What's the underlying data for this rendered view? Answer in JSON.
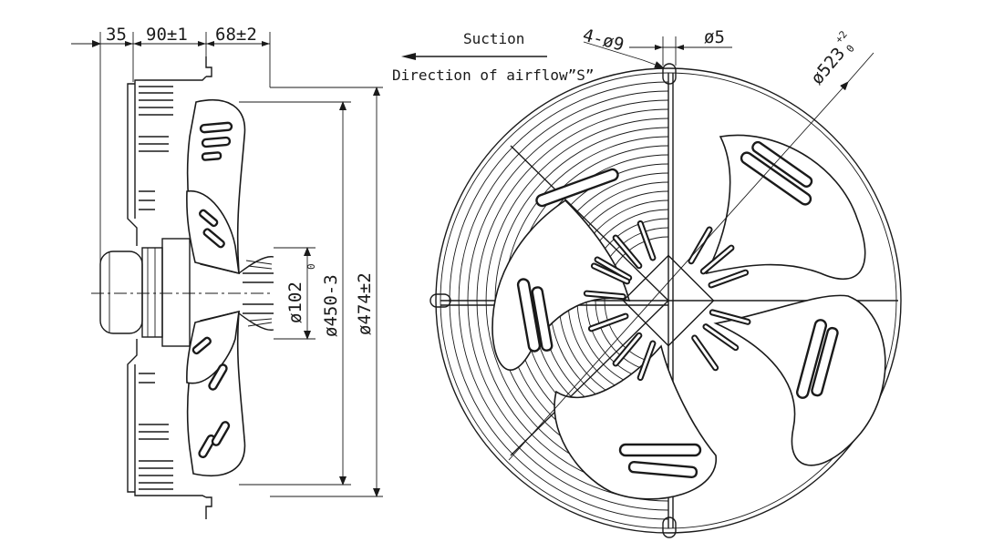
{
  "side_view": {
    "dims": {
      "width_motor": "35",
      "width_body": "90±1",
      "width_blade": "68±2",
      "dia_hub": "ø102",
      "dia_impeller": "ø450-3",
      "dia_impeller_tol": "0",
      "dia_ring": "ø474±2"
    }
  },
  "front_view": {
    "suction_label": "Suction",
    "airflow_label": "Direction of airflow”S”",
    "mount_holes": "4-ø9",
    "wire_dia": "ø5",
    "guard_dia": "ø523",
    "guard_tol_upper": "+2",
    "guard_tol_lower": "0"
  },
  "colors": {
    "line": "#1a1a1a",
    "background": "#ffffff"
  }
}
